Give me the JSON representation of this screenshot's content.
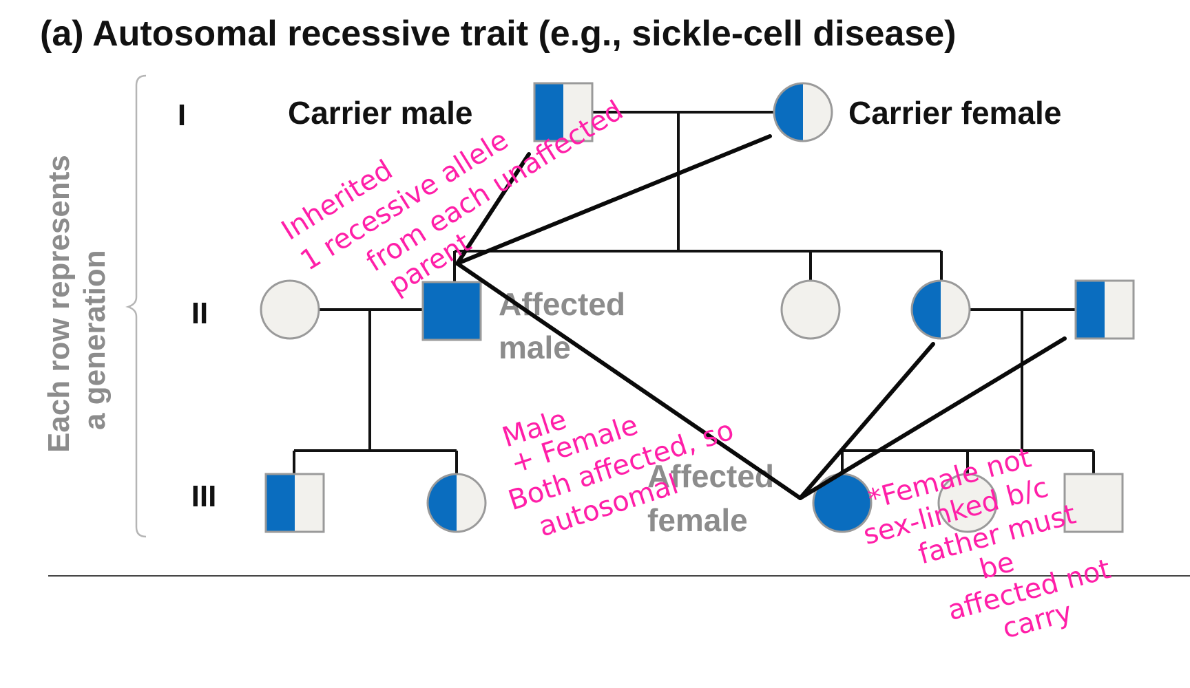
{
  "title": "(a) Autosomal recessive trait (e.g., sickle-cell disease)",
  "side_label": [
    "Each row represents",
    "a generation"
  ],
  "generations": [
    "I",
    "II",
    "III"
  ],
  "labels": {
    "carrier_male": "Carrier male",
    "carrier_female": "Carrier female",
    "affected_male": [
      "Affected",
      "male"
    ],
    "affected_female": [
      "Affected",
      "female"
    ]
  },
  "colors": {
    "affected": "#0a6dbf",
    "unaffected": "#f2f1ed",
    "annotation": "#ff1fa8"
  },
  "annotations": {
    "inherited": [
      "Inherited",
      "1 recessive allele",
      "from each unaffected",
      "parent"
    ],
    "male_female": [
      "Male",
      "+ Female",
      "Both affected, so",
      "autosomal"
    ],
    "female_note": [
      "*Female not",
      "sex-linked b/c",
      "father must",
      "be",
      "affected not",
      "carry"
    ]
  }
}
